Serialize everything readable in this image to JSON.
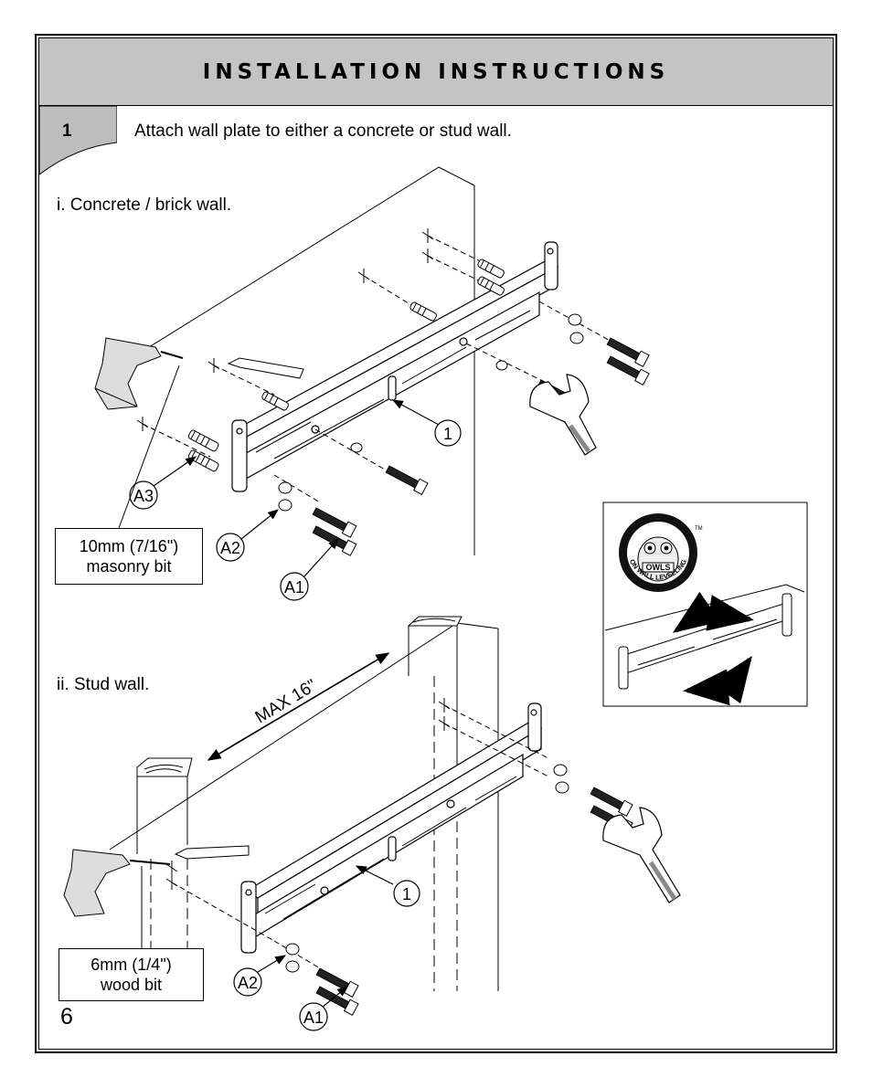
{
  "header": {
    "title": "INSTALLATION INSTRUCTIONS"
  },
  "step": {
    "number": "1",
    "text": "Attach wall plate to either a concrete or stud wall."
  },
  "section_concrete": {
    "title": "i. Concrete / brick wall.",
    "bit_line1": "10mm (7/16\")",
    "bit_line2": "masonry bit",
    "callouts": {
      "plate": "1",
      "anchor": "A3",
      "washer": "A2",
      "bolt": "A1"
    }
  },
  "section_stud": {
    "title": "ii. Stud wall.",
    "max_label": "MAX 16\"",
    "bit_line1": "6mm (1/4\")",
    "bit_line2": "wood bit",
    "callouts": {
      "plate": "1",
      "washer": "A2",
      "bolt": "A1"
    }
  },
  "owls_inset": {
    "logo_text": "OWLS",
    "tm": "TM",
    "ring_text": "ON WALL LEVELLING SYSTEM"
  },
  "page": {
    "number": "6"
  }
}
